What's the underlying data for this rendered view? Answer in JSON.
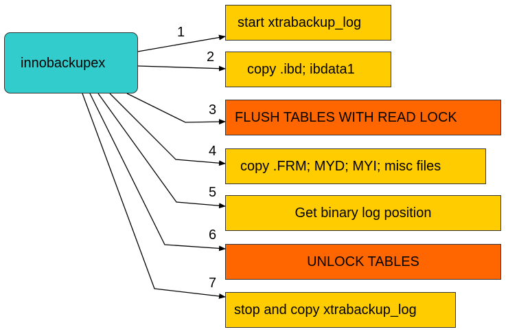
{
  "source": {
    "label": "innobackupex",
    "color": "#33cccc"
  },
  "colors": {
    "step": "#ffcc00",
    "highlight": "#ff6600",
    "line": "#000000"
  },
  "steps": [
    {
      "number": "1",
      "label": "start xtrabackup_log",
      "color": "#ffcc00"
    },
    {
      "number": "2",
      "label": "copy .ibd; ibdata1",
      "color": "#ffcc00"
    },
    {
      "number": "3",
      "label": "FLUSH TABLES WITH READ LOCK",
      "color": "#ff6600"
    },
    {
      "number": "4",
      "label": "copy .FRM; MYD; MYI; misc files",
      "color": "#ffcc00"
    },
    {
      "number": "5",
      "label": "Get binary log position",
      "color": "#ffcc00"
    },
    {
      "number": "6",
      "label": "UNLOCK TABLES",
      "color": "#ff6600"
    },
    {
      "number": "7",
      "label": "stop and copy xtrabackup_log",
      "color": "#ffcc00"
    }
  ]
}
